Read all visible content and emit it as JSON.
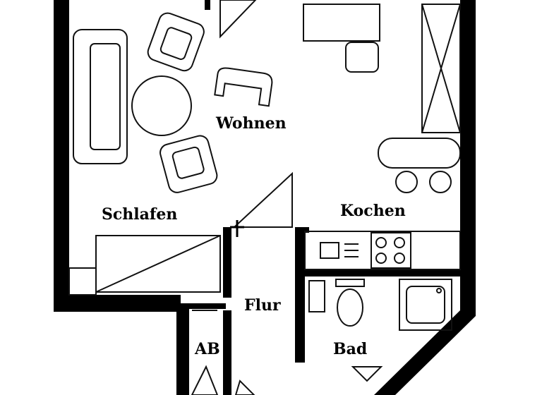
{
  "rooms": {
    "wohnen": "Wohnen",
    "schlafen": "Schlafen",
    "kochen": "Kochen",
    "flur": "Flur",
    "ab": "AB",
    "bad": "Bad"
  },
  "colors": {
    "wall": "#000000",
    "line": "#111111",
    "background": "#ffffff"
  }
}
